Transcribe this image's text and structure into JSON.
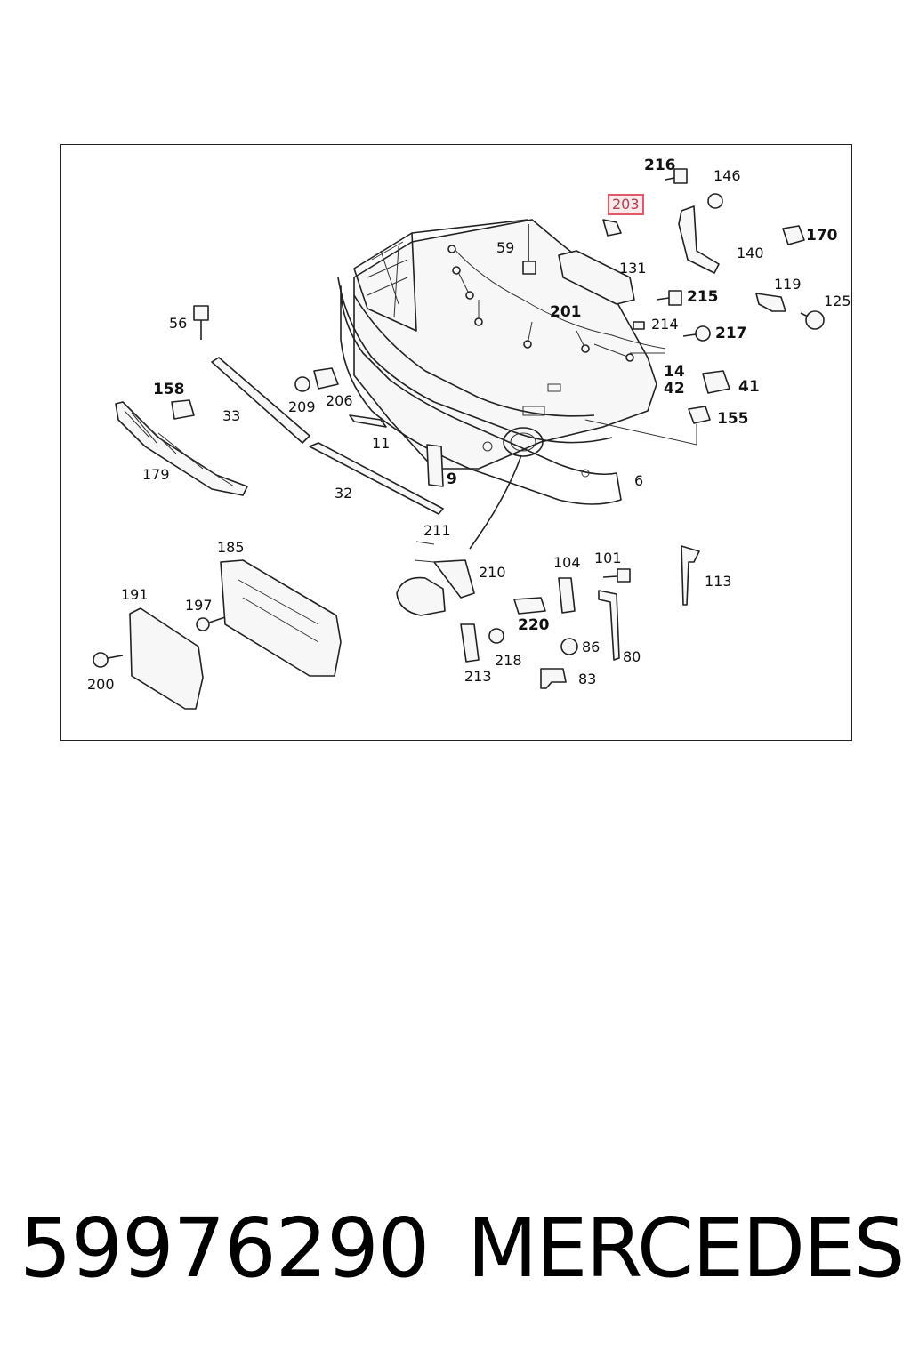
{
  "diagram": {
    "highlighted_part": "203",
    "callouts": [
      {
        "id": "216",
        "text": "216",
        "style": "bold"
      },
      {
        "id": "146",
        "text": "146",
        "style": "normal"
      },
      {
        "id": "203",
        "text": "203",
        "style": "highlight"
      },
      {
        "id": "170",
        "text": "170",
        "style": "bold"
      },
      {
        "id": "59",
        "text": "59",
        "style": "normal"
      },
      {
        "id": "131",
        "text": "131",
        "style": "normal"
      },
      {
        "id": "140",
        "text": "140",
        "style": "normal"
      },
      {
        "id": "215",
        "text": "215",
        "style": "bold"
      },
      {
        "id": "119",
        "text": "119",
        "style": "normal"
      },
      {
        "id": "125",
        "text": "125",
        "style": "normal"
      },
      {
        "id": "56",
        "text": "56",
        "style": "normal"
      },
      {
        "id": "201",
        "text": "201",
        "style": "bold"
      },
      {
        "id": "214",
        "text": "214",
        "style": "normal"
      },
      {
        "id": "217",
        "text": "217",
        "style": "bold"
      },
      {
        "id": "158",
        "text": "158",
        "style": "bold"
      },
      {
        "id": "14",
        "text": "14",
        "style": "bold"
      },
      {
        "id": "42",
        "text": "42",
        "style": "bold"
      },
      {
        "id": "41",
        "text": "41",
        "style": "bold"
      },
      {
        "id": "33",
        "text": "33",
        "style": "normal"
      },
      {
        "id": "209",
        "text": "209",
        "style": "normal"
      },
      {
        "id": "206",
        "text": "206",
        "style": "normal"
      },
      {
        "id": "155",
        "text": "155",
        "style": "bold"
      },
      {
        "id": "11",
        "text": "11",
        "style": "normal"
      },
      {
        "id": "179",
        "text": "179",
        "style": "normal"
      },
      {
        "id": "9",
        "text": "9",
        "style": "bold"
      },
      {
        "id": "6",
        "text": "6",
        "style": "normal"
      },
      {
        "id": "32",
        "text": "32",
        "style": "normal"
      },
      {
        "id": "211",
        "text": "211",
        "style": "normal"
      },
      {
        "id": "185",
        "text": "185",
        "style": "normal"
      },
      {
        "id": "210",
        "text": "210",
        "style": "normal"
      },
      {
        "id": "104",
        "text": "104",
        "style": "normal"
      },
      {
        "id": "101",
        "text": "101",
        "style": "normal"
      },
      {
        "id": "113",
        "text": "113",
        "style": "normal"
      },
      {
        "id": "191",
        "text": "191",
        "style": "normal"
      },
      {
        "id": "197",
        "text": "197",
        "style": "normal"
      },
      {
        "id": "220",
        "text": "220",
        "style": "bold"
      },
      {
        "id": "86",
        "text": "86",
        "style": "normal"
      },
      {
        "id": "80",
        "text": "80",
        "style": "normal"
      },
      {
        "id": "218",
        "text": "218",
        "style": "normal"
      },
      {
        "id": "213",
        "text": "213",
        "style": "normal"
      },
      {
        "id": "83",
        "text": "83",
        "style": "normal"
      },
      {
        "id": "200",
        "text": "200",
        "style": "normal"
      }
    ]
  },
  "footer": {
    "part_number": "59976290",
    "brand": "MERCEDES"
  },
  "colors": {
    "highlight_border": "#e05a6a",
    "line": "#222222"
  }
}
